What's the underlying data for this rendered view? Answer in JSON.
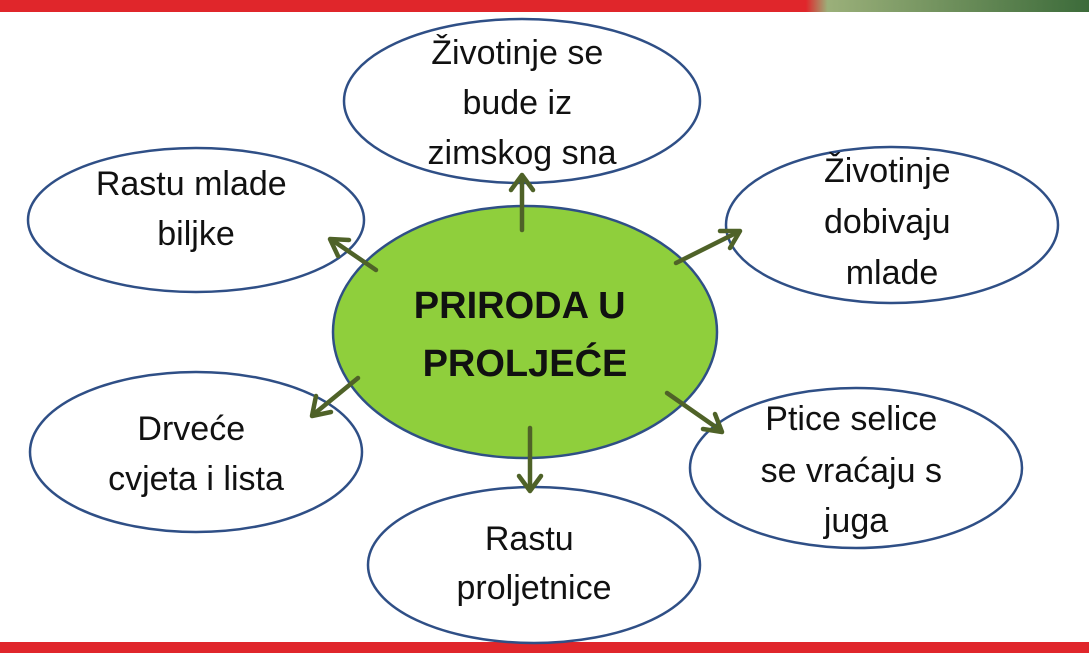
{
  "colors": {
    "top_bar": "#e0262b",
    "bottom_bar": "#e0262b",
    "ellipse_stroke": "#2f4f86",
    "center_fill": "#8fcf3c",
    "center_stroke": "#2f4f86",
    "arrow": "#4f6228"
  },
  "center": {
    "line1": "PRIRODA U",
    "line2": "PROLJEĆE"
  },
  "nodes": {
    "top": {
      "lines": [
        "Životinje se",
        "bude iz",
        "zimskog sna"
      ]
    },
    "top_left": {
      "lines": [
        "Rastu mlade",
        "biljke"
      ]
    },
    "top_right": {
      "lines": [
        "Životinje",
        "dobivaju",
        "mlade"
      ]
    },
    "bottom_left": {
      "lines": [
        "Drveće",
        "cvjeta i lista"
      ]
    },
    "bottom": {
      "lines": [
        "Rastu",
        "proljetnice"
      ]
    },
    "bottom_right": {
      "lines": [
        "Ptice selice",
        "se vraćaju s",
        "juga"
      ]
    }
  }
}
